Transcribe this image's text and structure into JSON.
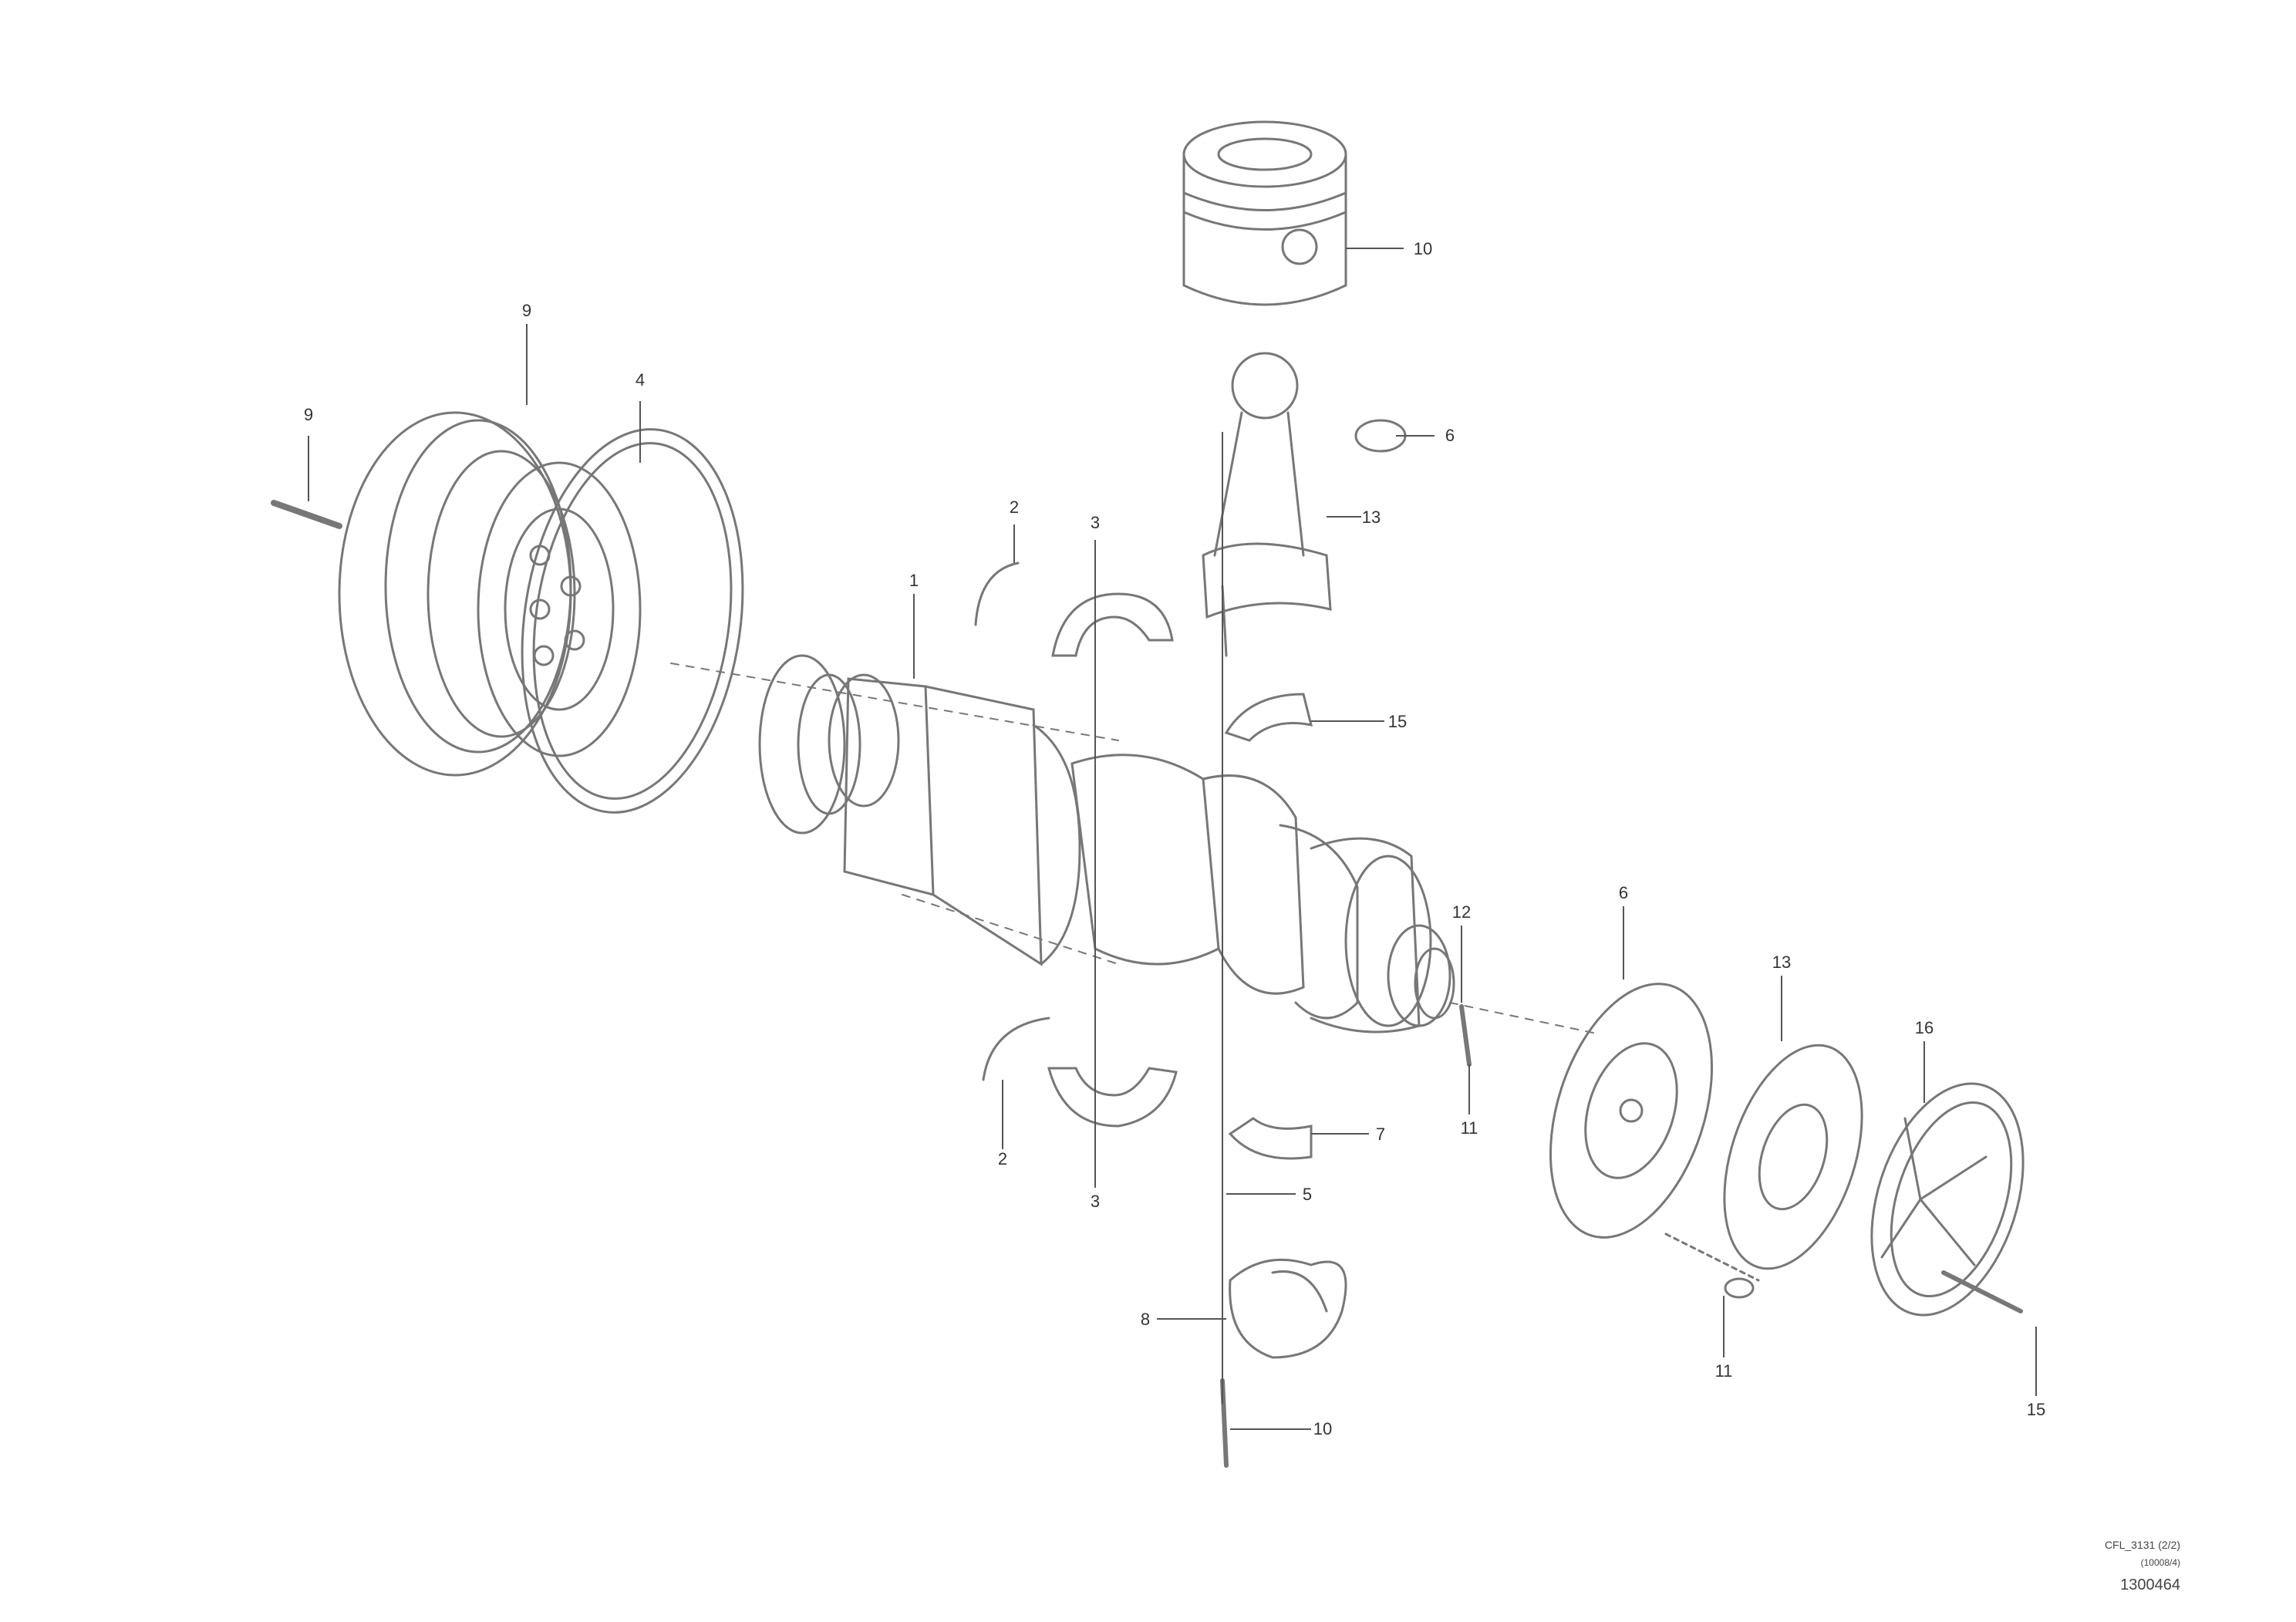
{
  "diagram": {
    "callouts": [
      {
        "id": "c10a",
        "text": "10"
      },
      {
        "id": "c9a",
        "text": "9"
      },
      {
        "id": "c4",
        "text": "4"
      },
      {
        "id": "c6a",
        "text": "6"
      },
      {
        "id": "c2a",
        "text": "2"
      },
      {
        "id": "c3a",
        "text": "3"
      },
      {
        "id": "c1",
        "text": "1"
      },
      {
        "id": "c9b",
        "text": "9"
      },
      {
        "id": "c13a",
        "text": "13"
      },
      {
        "id": "c15a",
        "text": "15"
      },
      {
        "id": "c12",
        "text": "12"
      },
      {
        "id": "c6b",
        "text": "6"
      },
      {
        "id": "c13b",
        "text": "13"
      },
      {
        "id": "c2b",
        "text": "2"
      },
      {
        "id": "c3b",
        "text": "3"
      },
      {
        "id": "c7",
        "text": "7"
      },
      {
        "id": "c5",
        "text": "5"
      },
      {
        "id": "c8",
        "text": "8"
      },
      {
        "id": "c10b",
        "text": "10"
      },
      {
        "id": "c11a",
        "text": "11"
      },
      {
        "id": "c11b",
        "text": "11"
      },
      {
        "id": "c16",
        "text": "16"
      },
      {
        "id": "c15b",
        "text": "15"
      }
    ],
    "drawing_ref_1": "CFL_3131 (2/2)",
    "drawing_ref_2": "(10008/4)",
    "drawing_number": "1300464"
  }
}
